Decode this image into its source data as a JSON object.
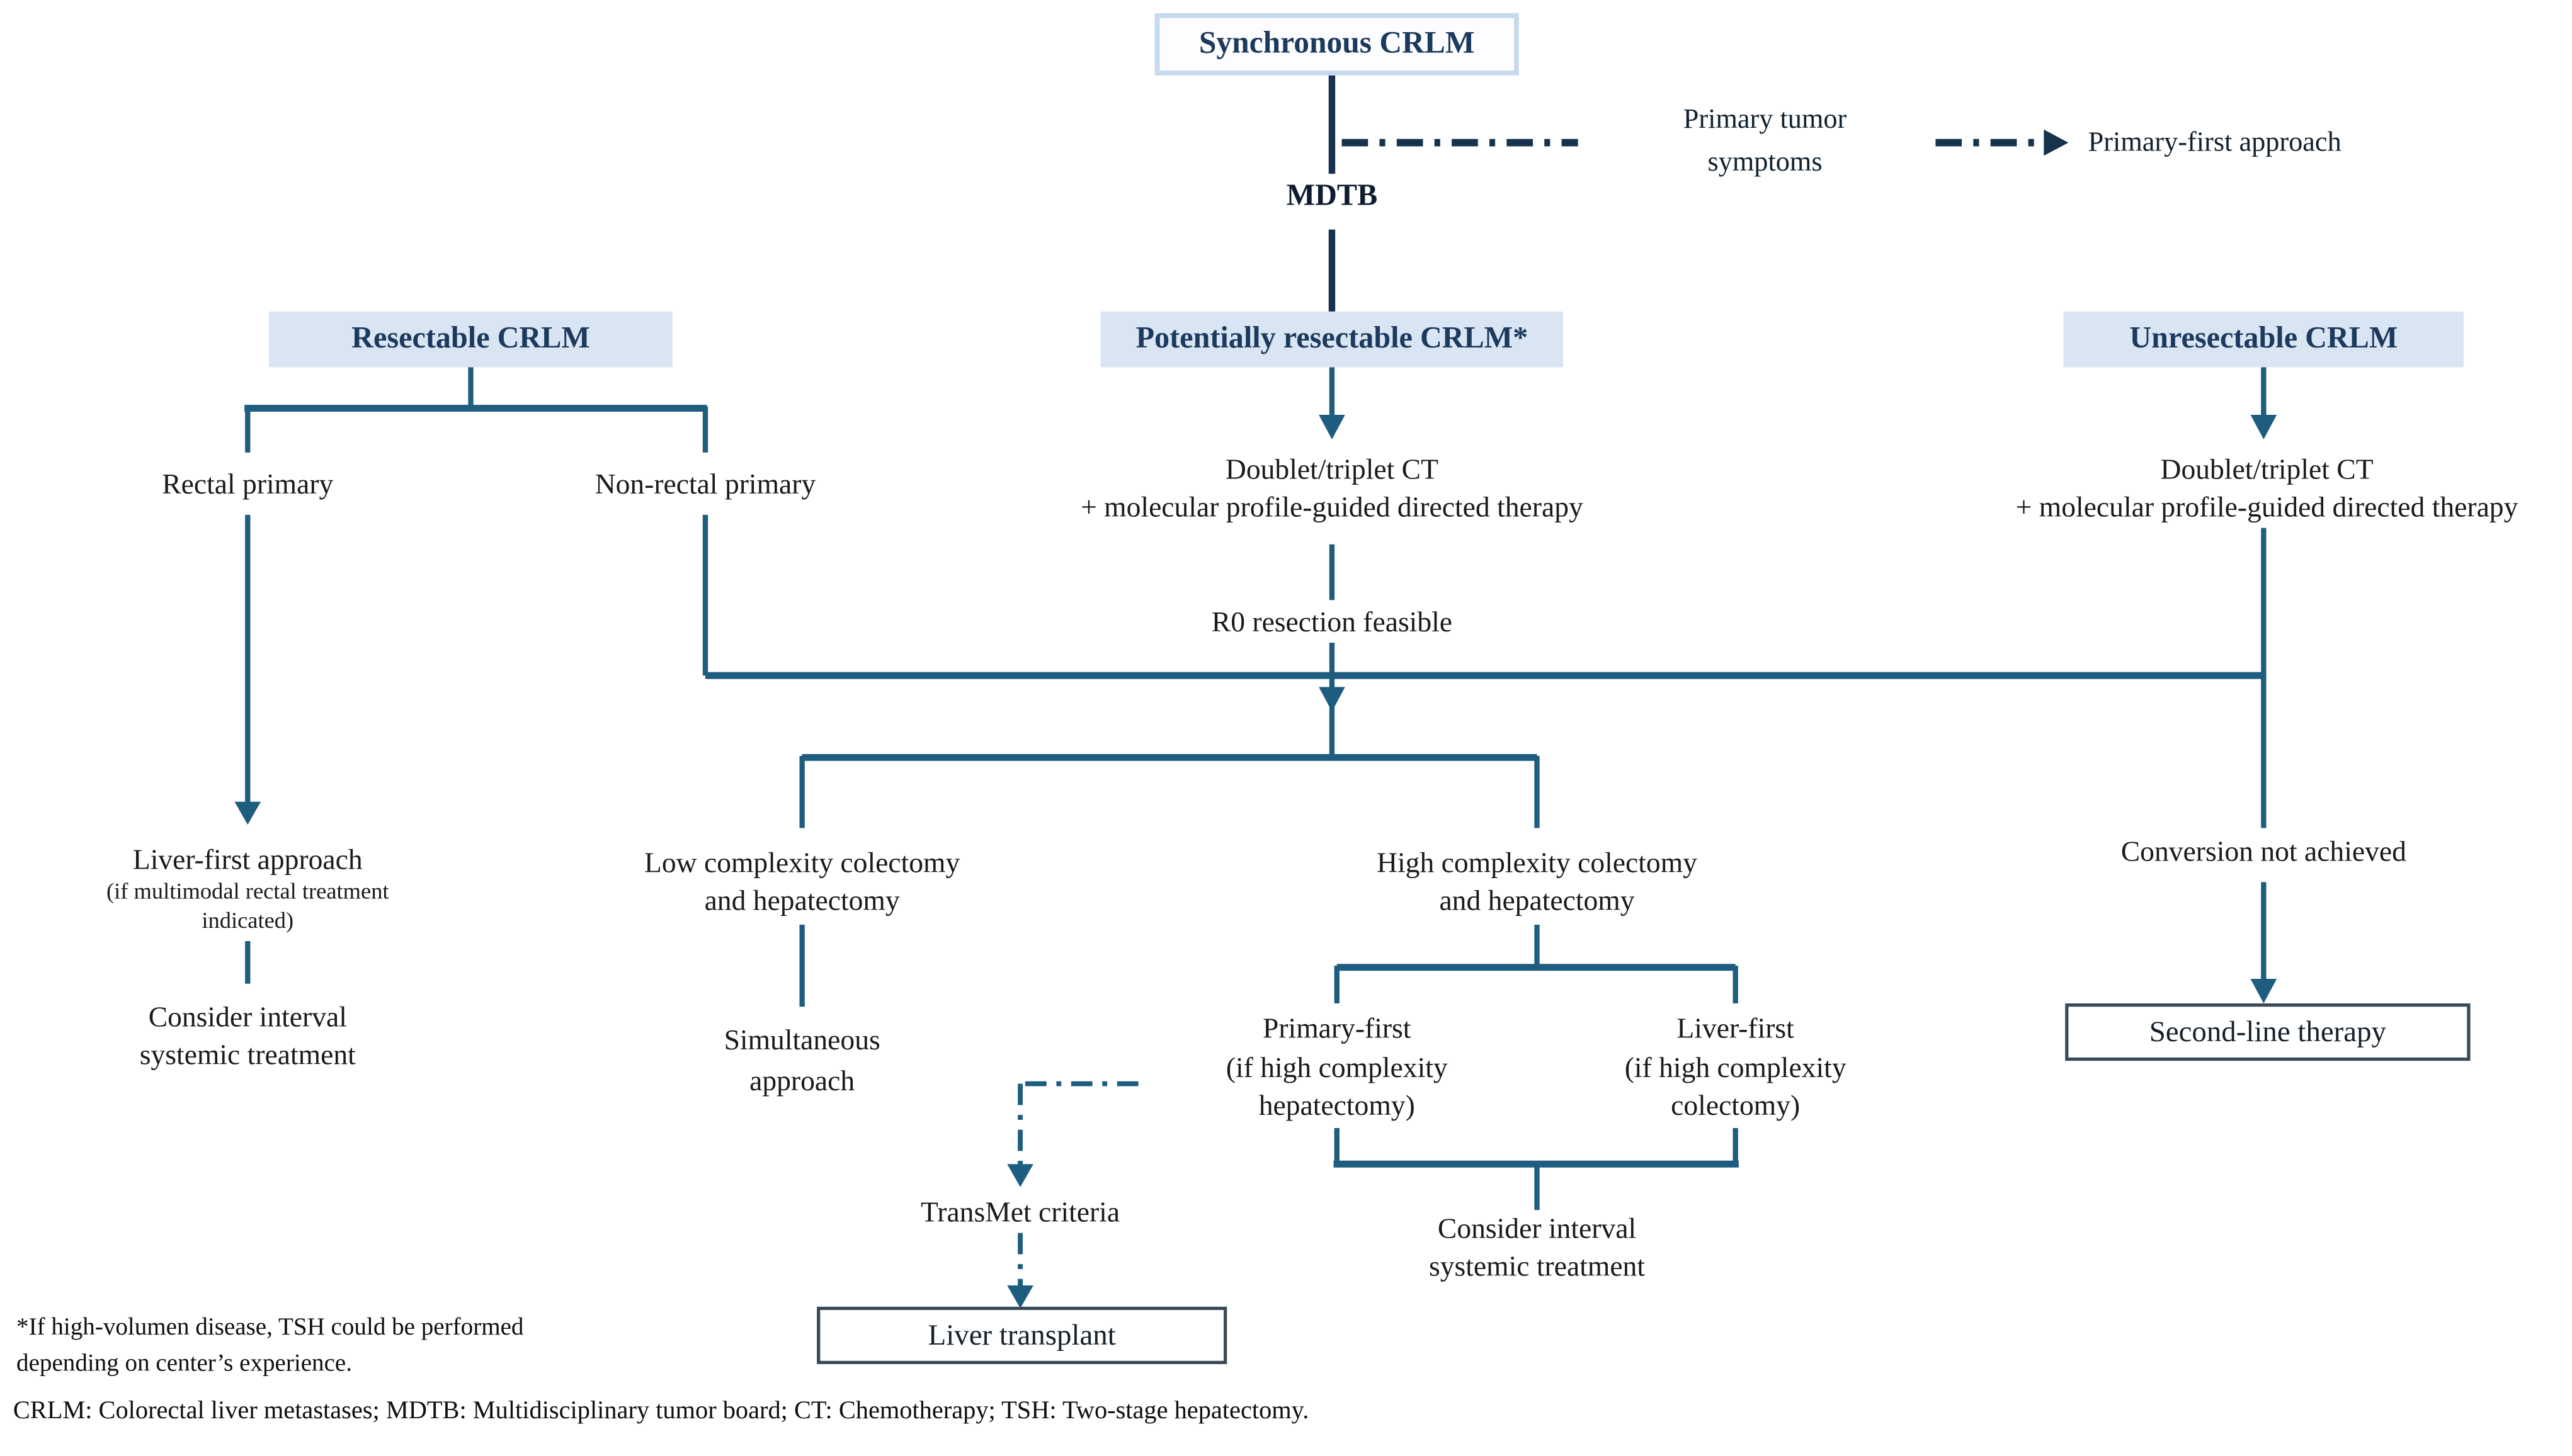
{
  "colors": {
    "line": "#1e5d80",
    "line_dark": "#16324d",
    "box_fill": "#d9e5f3",
    "box_text": "#1c3a5e",
    "root_box_border": "#c7d9ec",
    "text": "#1a1a1a",
    "outline_box_border": "#3a4a57"
  },
  "root": {
    "label": "Synchronous CRLM"
  },
  "mdtb_label": "MDTB",
  "legend": {
    "symptoms": {
      "lines": [
        "Primary tumor",
        "symptoms"
      ]
    },
    "approach_label": "Primary-first approach"
  },
  "categories": {
    "resectable": {
      "label": "Resectable CRLM"
    },
    "potentially_resectable": {
      "label": "Potentially resectable CRLM*"
    },
    "unresectable": {
      "label": "Unresectable CRLM"
    }
  },
  "nodes": {
    "rectal_primary": {
      "label": "Rectal primary"
    },
    "non_rectal_primary": {
      "label": "Non-rectal primary"
    },
    "doublet_mid": {
      "lines": [
        "Doublet/triplet CT",
        "+ molecular profile-guided directed therapy"
      ]
    },
    "doublet_right": {
      "lines": [
        "Doublet/triplet CT",
        "+ molecular profile-guided directed therapy"
      ]
    },
    "r0": {
      "label": "R0 resection feasible"
    },
    "liver_first_approach": {
      "title": "Liver-first approach",
      "sub_lines": [
        "(if multimodal rectal treatment",
        "indicated)"
      ]
    },
    "consider_interval_left": {
      "lines": [
        "Consider interval",
        "systemic treatment"
      ]
    },
    "low_complexity": {
      "lines": [
        "Low complexity colectomy",
        "and hepatectomy"
      ]
    },
    "high_complexity": {
      "lines": [
        "High complexity colectomy",
        "and hepatectomy"
      ]
    },
    "conversion": {
      "label": "Conversion not achieved"
    },
    "simultaneous": {
      "lines": [
        "Simultaneous",
        "approach"
      ]
    },
    "primary_first": {
      "lines": [
        "Primary-first",
        "(if high complexity",
        "hepatectomy)"
      ]
    },
    "liver_first": {
      "lines": [
        "Liver-first",
        "(if high complexity",
        "colectomy)"
      ]
    },
    "consider_interval_mid": {
      "lines": [
        "Consider interval",
        "systemic treatment"
      ]
    },
    "transmet": {
      "label": "TransMet criteria"
    },
    "liver_transplant": {
      "label": "Liver transplant"
    },
    "second_line": {
      "label": "Second-line therapy"
    }
  },
  "footnotes": {
    "asterisk": {
      "lines": [
        "*If high-volumen disease, TSH could be performed",
        "depending on center’s experience."
      ]
    },
    "abbreviations": "CRLM: Colorectal liver metastases; MDTB: Multidisciplinary tumor board; CT: Chemotherapy; TSH: Two-stage hepatectomy."
  }
}
